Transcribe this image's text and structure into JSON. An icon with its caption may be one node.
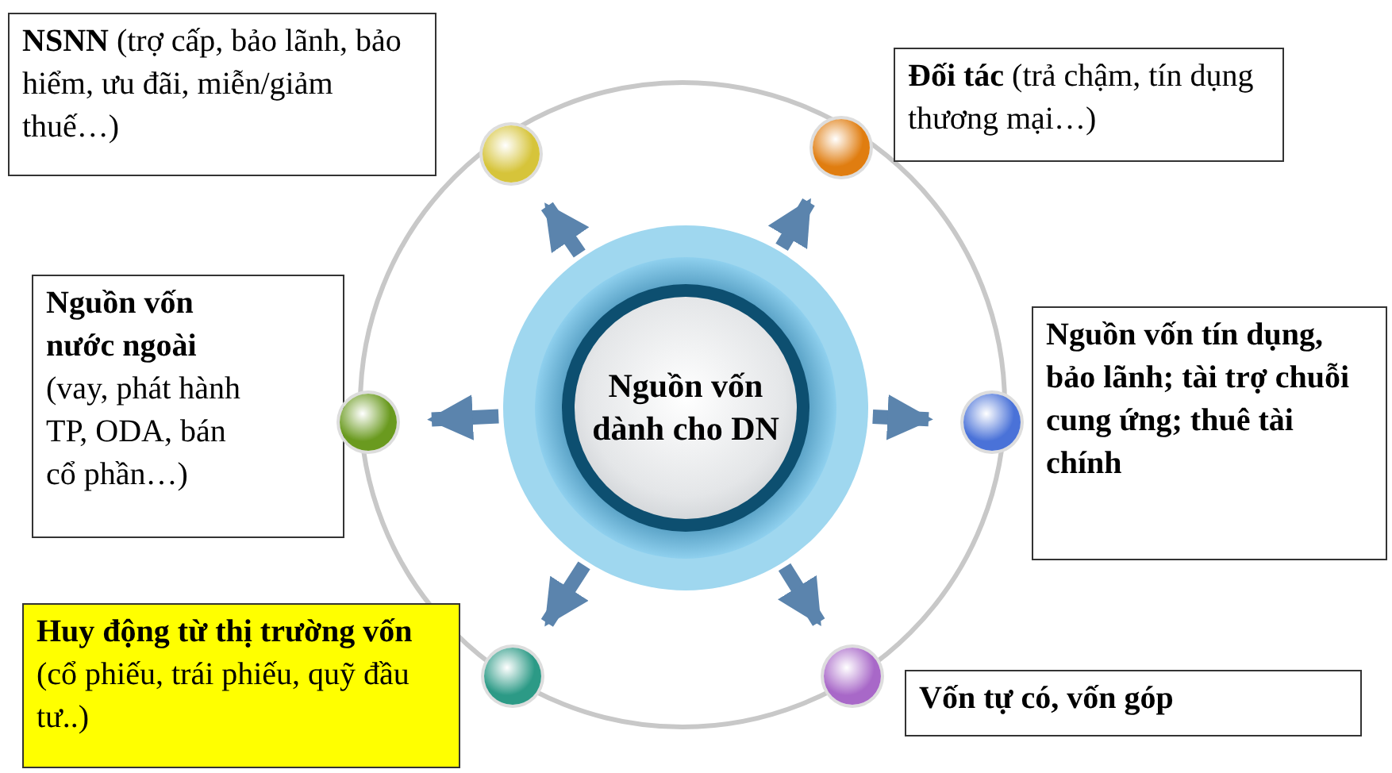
{
  "diagram": {
    "nodes": [
      {
        "text": [
          "Nguồn vốn dành cho DN"
        ]
      },
      {
        "text": [
          "**NSNN** (trợ cấp, bảo lãnh, bảo hiểm, ưu đãi, miễn/giảm thuế…)"
        ]
      },
      {
        "text": [
          "**Đối tác** (trả chậm, tín dụng thương mại…)"
        ]
      },
      {
        "text": [
          "Nguồn vốn nước ngoài",
          "(vay, phát hành TP, ODA, bán cổ phần…)"
        ]
      },
      {
        "text": [
          "Nguồn vốn tín dụng, bảo lãnh; tài trợ chuỗi cung ứng; thuê tài chính"
        ]
      },
      {
        "text": [
          "**Huy động từ thị trường vốn** (cổ phiếu, trái phiếu, quỹ đầu tư..)"
        ]
      },
      {
        "text": [
          "Vốn tự có, vốn góp"
        ]
      },
      {
        "text": [],
        "shape": "circle"
      },
      {
        "text": [],
        "shape": "circle"
      },
      {
        "text": [],
        "shape": "circle"
      },
      {
        "text": [],
        "shape": "circle"
      },
      {
        "text": [],
        "shape": "circle"
      },
      {
        "text": [],
        "shape": "circle"
      }
    ],
    "edges": [
      {
        "from": 0,
        "to": 7,
        "arrow": "to"
      },
      {
        "from": 0,
        "to": 8,
        "arrow": "to"
      },
      {
        "from": 0,
        "to": 9,
        "arrow": "to"
      },
      {
        "from": 0,
        "to": 10,
        "arrow": "to"
      },
      {
        "from": 0,
        "to": 11,
        "arrow": "to"
      },
      {
        "from": 0,
        "to": 12,
        "arrow": "to"
      }
    ]
  }
}
